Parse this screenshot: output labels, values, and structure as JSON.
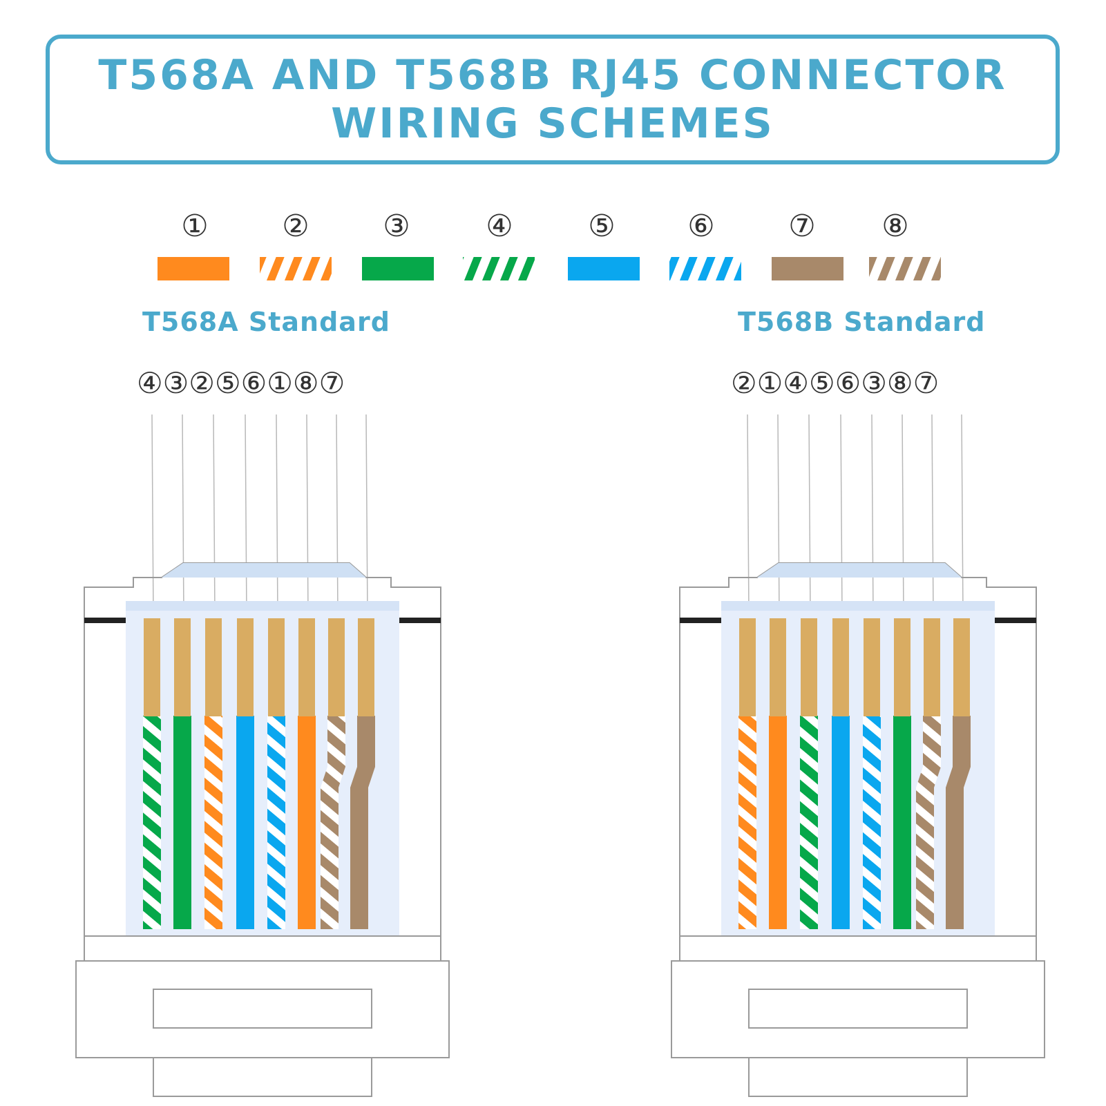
{
  "title": {
    "line1": "T568A AND T568B RJ45 CONNECTOR",
    "line2": "WIRING SCHEMES"
  },
  "colors": {
    "orange": "#ff8a1e",
    "green": "#06a84a",
    "blue": "#0aa7ef",
    "brown": "#a8896a",
    "gold": "#d9ac62",
    "accent": "#4ba9cc"
  },
  "legend": [
    {
      "num": "①",
      "color": "orange",
      "striped": false
    },
    {
      "num": "②",
      "color": "orange",
      "striped": true
    },
    {
      "num": "③",
      "color": "green",
      "striped": false
    },
    {
      "num": "④",
      "color": "green",
      "striped": true
    },
    {
      "num": "⑤",
      "color": "blue",
      "striped": false
    },
    {
      "num": "⑥",
      "color": "blue",
      "striped": true
    },
    {
      "num": "⑦",
      "color": "brown",
      "striped": false
    },
    {
      "num": "⑧",
      "color": "brown",
      "striped": true
    }
  ],
  "t568a": {
    "label": "T568A Standard",
    "pins": "④③②⑤⑥①⑧⑦",
    "order": [
      4,
      3,
      2,
      5,
      6,
      1,
      8,
      7
    ]
  },
  "t568b": {
    "label": "T568B Standard",
    "pins": "②①④⑤⑥③⑧⑦",
    "order": [
      2,
      1,
      4,
      5,
      6,
      3,
      8,
      7
    ]
  }
}
